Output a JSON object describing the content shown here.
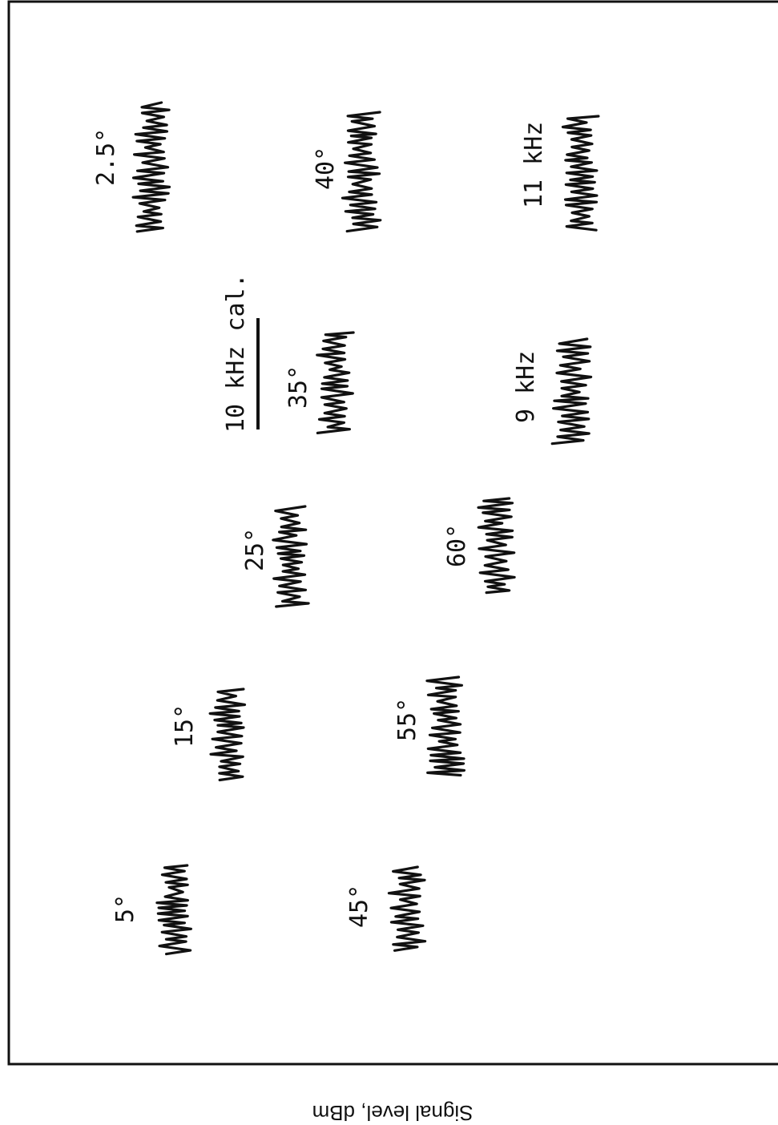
{
  "chart_data": {
    "type": "line",
    "ylabel": "Signal level, dBm",
    "calibration": {
      "label": "10 kHz cal."
    },
    "traces": [
      {
        "label": "2.5°",
        "seed": 3
      },
      {
        "label": "5°",
        "seed": 7
      },
      {
        "label": "15°",
        "seed": 11
      },
      {
        "label": "25°",
        "seed": 13
      },
      {
        "label": "35°",
        "seed": 17
      },
      {
        "label": "40°",
        "seed": 19
      },
      {
        "label": "45°",
        "seed": 23
      },
      {
        "label": "55°",
        "seed": 29
      },
      {
        "label": "60°",
        "seed": 31
      },
      {
        "label": "9 kHz",
        "seed": 37
      },
      {
        "label": "11 kHz",
        "seed": 41
      }
    ],
    "colors": {
      "ink": "#111111",
      "background": "#ffffff"
    }
  }
}
